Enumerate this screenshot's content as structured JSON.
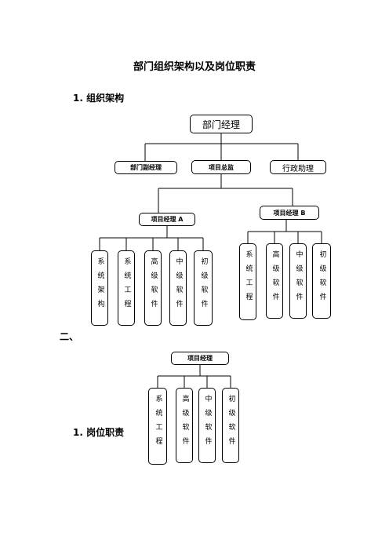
{
  "title": "部门组织架构以及岗位职责",
  "section1": "1. 组织架构",
  "section_two": "二、",
  "section3": "1. 岗位职责",
  "chart1": {
    "root": "部门经理",
    "level2": [
      "部门副经理",
      "项目总监",
      "行政助理"
    ],
    "pm_a": "项目经理 A",
    "pm_b": "项目经理 B",
    "a_children": [
      "系统架构",
      "系统工程",
      "高级软件",
      "中级软件",
      "初级软件"
    ],
    "b_children": [
      "系统工程",
      "高级软件",
      "中级软件",
      "初级软件"
    ]
  },
  "chart2": {
    "root": "项目经理",
    "children": [
      "系统工程",
      "高级软件",
      "中级软件",
      "初级软件"
    ]
  }
}
